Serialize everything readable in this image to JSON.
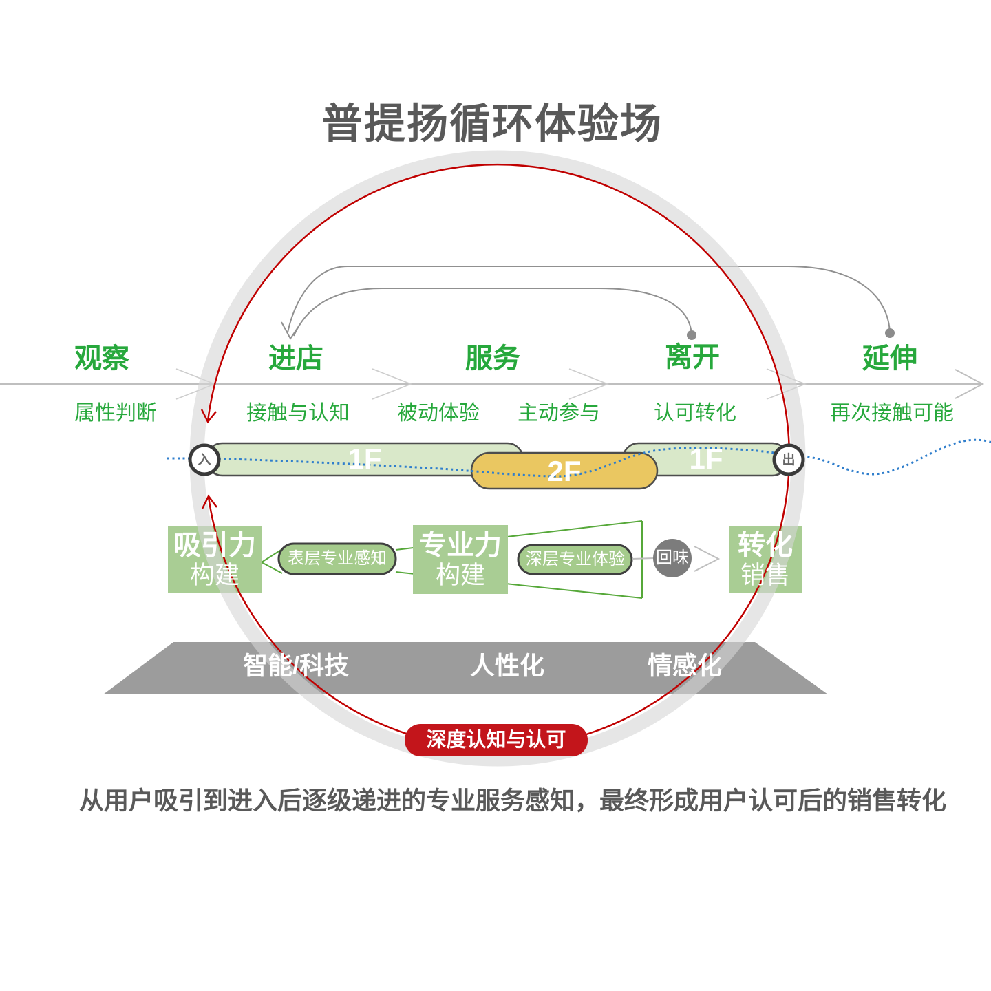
{
  "title": "普提扬循环体验场",
  "stage_labels": [
    "观察",
    "进店",
    "服务",
    "离开",
    "延伸"
  ],
  "stage_sublabels": [
    "属性判断",
    "接触与认知",
    "被动体验",
    "主动参与",
    "认可转化",
    "再次接触可能"
  ],
  "floor": {
    "entry": "入",
    "segment1": "1F",
    "segment2": "2F",
    "segment3": "1F",
    "exit": "出"
  },
  "middle": {
    "box1": {
      "line1": "吸引力",
      "line2": "构建"
    },
    "capsule1": "表层专业感知",
    "box2": {
      "line1": "专业力",
      "line2": "构建"
    },
    "capsule2": "深层专业体验",
    "aftertaste": "回味",
    "box3": {
      "line1": "转化",
      "line2": "销售"
    }
  },
  "platform_labels": [
    "智能/科技",
    "人性化",
    "情感化"
  ],
  "badge": "深度认知与认可",
  "caption": "从用户吸引到进入后逐级递进的专业服务感知，最终形成用户认可后的销售转化",
  "colors": {
    "green_text": "#27A83C",
    "box_green": "#A9CD94",
    "capsule_green": "#A5CB8C",
    "floor_green": "#D9E8C9",
    "floor_yellow": "#EAC761",
    "red_line": "#C00000",
    "badge_red": "#C3151B",
    "title_gray": "#595959",
    "platform_gray": "#9C9C9C",
    "blue_dotted": "#2F7ECC",
    "ring_gray": "#E8E8E8"
  }
}
